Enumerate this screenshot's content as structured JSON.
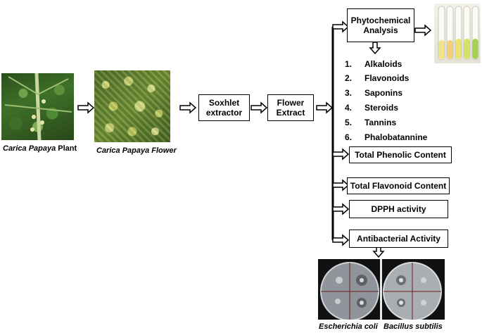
{
  "images": {
    "plant": {
      "caption_italic": "Carica Papaya",
      "caption_rest": " Plant",
      "icon": "papaya-plant-photo"
    },
    "flower": {
      "caption": "Carica Papaya Flower",
      "icon": "papaya-flower-photo"
    },
    "test_tubes": {
      "icon": "phytochemical-test-tubes-photo"
    },
    "plate_ecoli": {
      "caption": "Escherichia coli",
      "icon": "agar-plate-photo"
    },
    "plate_bsubtilis": {
      "caption": "Bacillus subtilis",
      "icon": "agar-plate-photo"
    }
  },
  "boxes": {
    "soxhlet": "Soxhlet extractor",
    "flower_extract": "Flower Extract",
    "phytochemical": "Phytochemical Analysis",
    "total_phenolic": "Total Phenolic Content",
    "total_flavonoid": "Total Flavonoid Content",
    "dpph": "DPPH activity",
    "antibacterial": "Antibacterial Activity"
  },
  "phytochemicals": [
    {
      "num": "1.",
      "name": "Alkaloids"
    },
    {
      "num": "2.",
      "name": "Flavonoids"
    },
    {
      "num": "3.",
      "name": "Saponins"
    },
    {
      "num": "4.",
      "name": "Steroids"
    },
    {
      "num": "5.",
      "name": "Tannins"
    },
    {
      "num": "6.",
      "name": "Phalobatannine"
    }
  ],
  "colors": {
    "leaf_dark": "#2f5a1f",
    "leaf_light": "#c8d46a",
    "tube_yellow": "#e8e070",
    "tube_green": "#b6d35a",
    "agar": "#9aa0a6"
  }
}
